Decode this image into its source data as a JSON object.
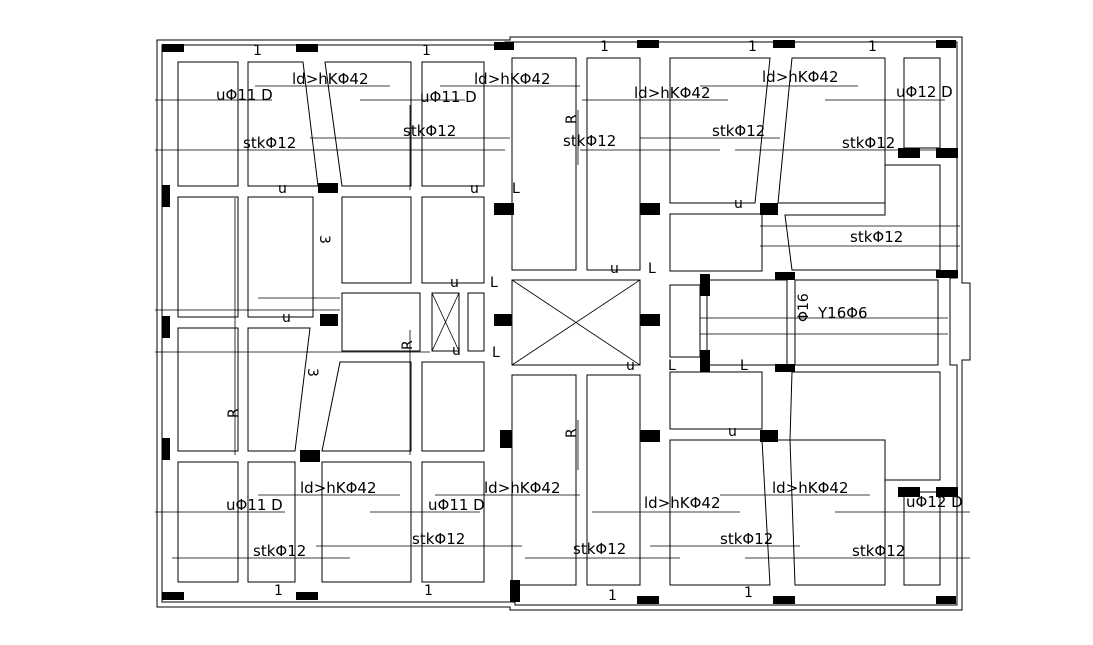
{
  "drawing": {
    "background": "#ffffff",
    "line_color": "#000000",
    "labels": {
      "top_row_rebar": "ld>hKΦ42",
      "mid_rebar_a": "stkΦ12",
      "mid_rebar_b": "stkΦ12",
      "slab_mark": "uΦ11 D",
      "slab_mark_alt": "uΦ12 D",
      "corridor_mark": "stkΦ12",
      "beam_mark": "Y16Φ6",
      "beam_side": "Φ16",
      "grid_one": "1",
      "grid_three": "3",
      "u": "u",
      "L": "L",
      "R": "R"
    }
  }
}
